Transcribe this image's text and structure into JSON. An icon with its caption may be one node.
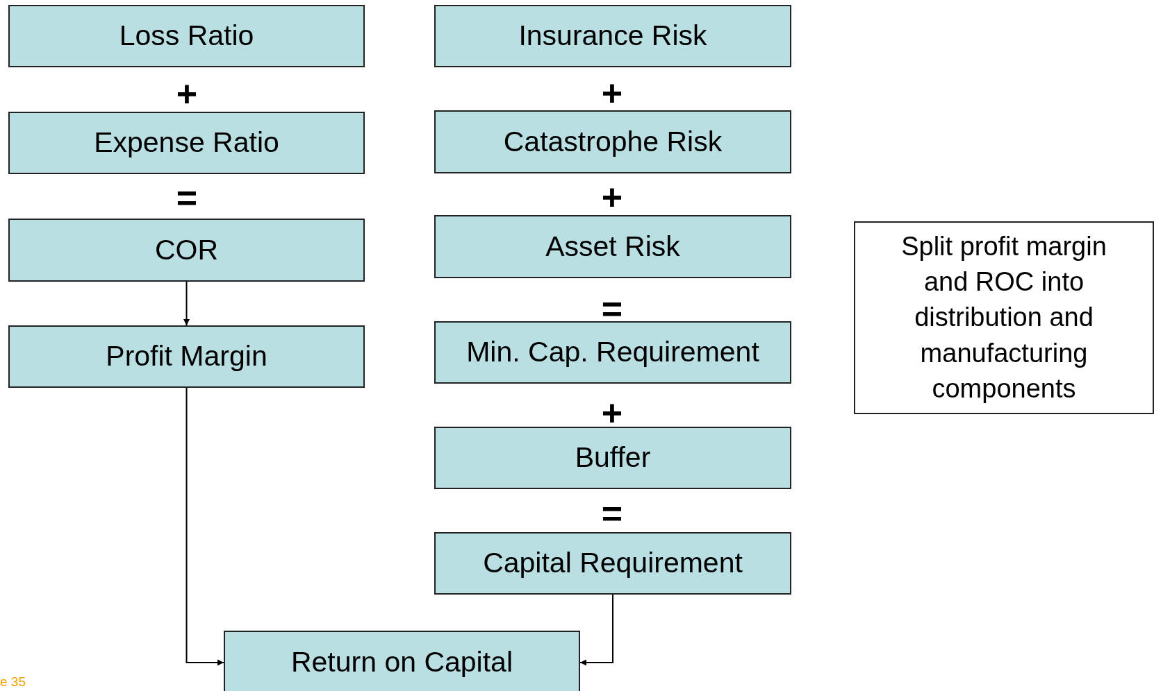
{
  "diagram": {
    "nodes": [
      {
        "text": [
          "Loss Ratio"
        ]
      },
      {
        "text": [
          "Expense Ratio"
        ]
      },
      {
        "text": [
          "COR"
        ]
      },
      {
        "text": [
          "Profit Margin"
        ]
      },
      {
        "text": [
          "Insurance Risk"
        ]
      },
      {
        "text": [
          "Catastrophe Risk"
        ]
      },
      {
        "text": [
          "Asset Risk"
        ]
      },
      {
        "text": [
          "Min. Cap. Requirement"
        ]
      },
      {
        "text": [
          "Buffer"
        ]
      },
      {
        "text": [
          "Capital Requirement"
        ]
      },
      {
        "text": [
          "Split profit margin and ROC into distribution and manufacturing components"
        ]
      },
      {
        "text": [
          "Return on Capital"
        ]
      }
    ],
    "edges": [
      {
        "from": 2,
        "to": 3,
        "arrow": "to"
      },
      {
        "from": 3,
        "to": 11,
        "arrow": "to"
      },
      {
        "from": 9,
        "to": 11,
        "arrow": "to"
      }
    ],
    "labels": [
      "+",
      "+",
      "=",
      "+",
      "=",
      "+",
      "=",
      "e 35"
    ]
  }
}
